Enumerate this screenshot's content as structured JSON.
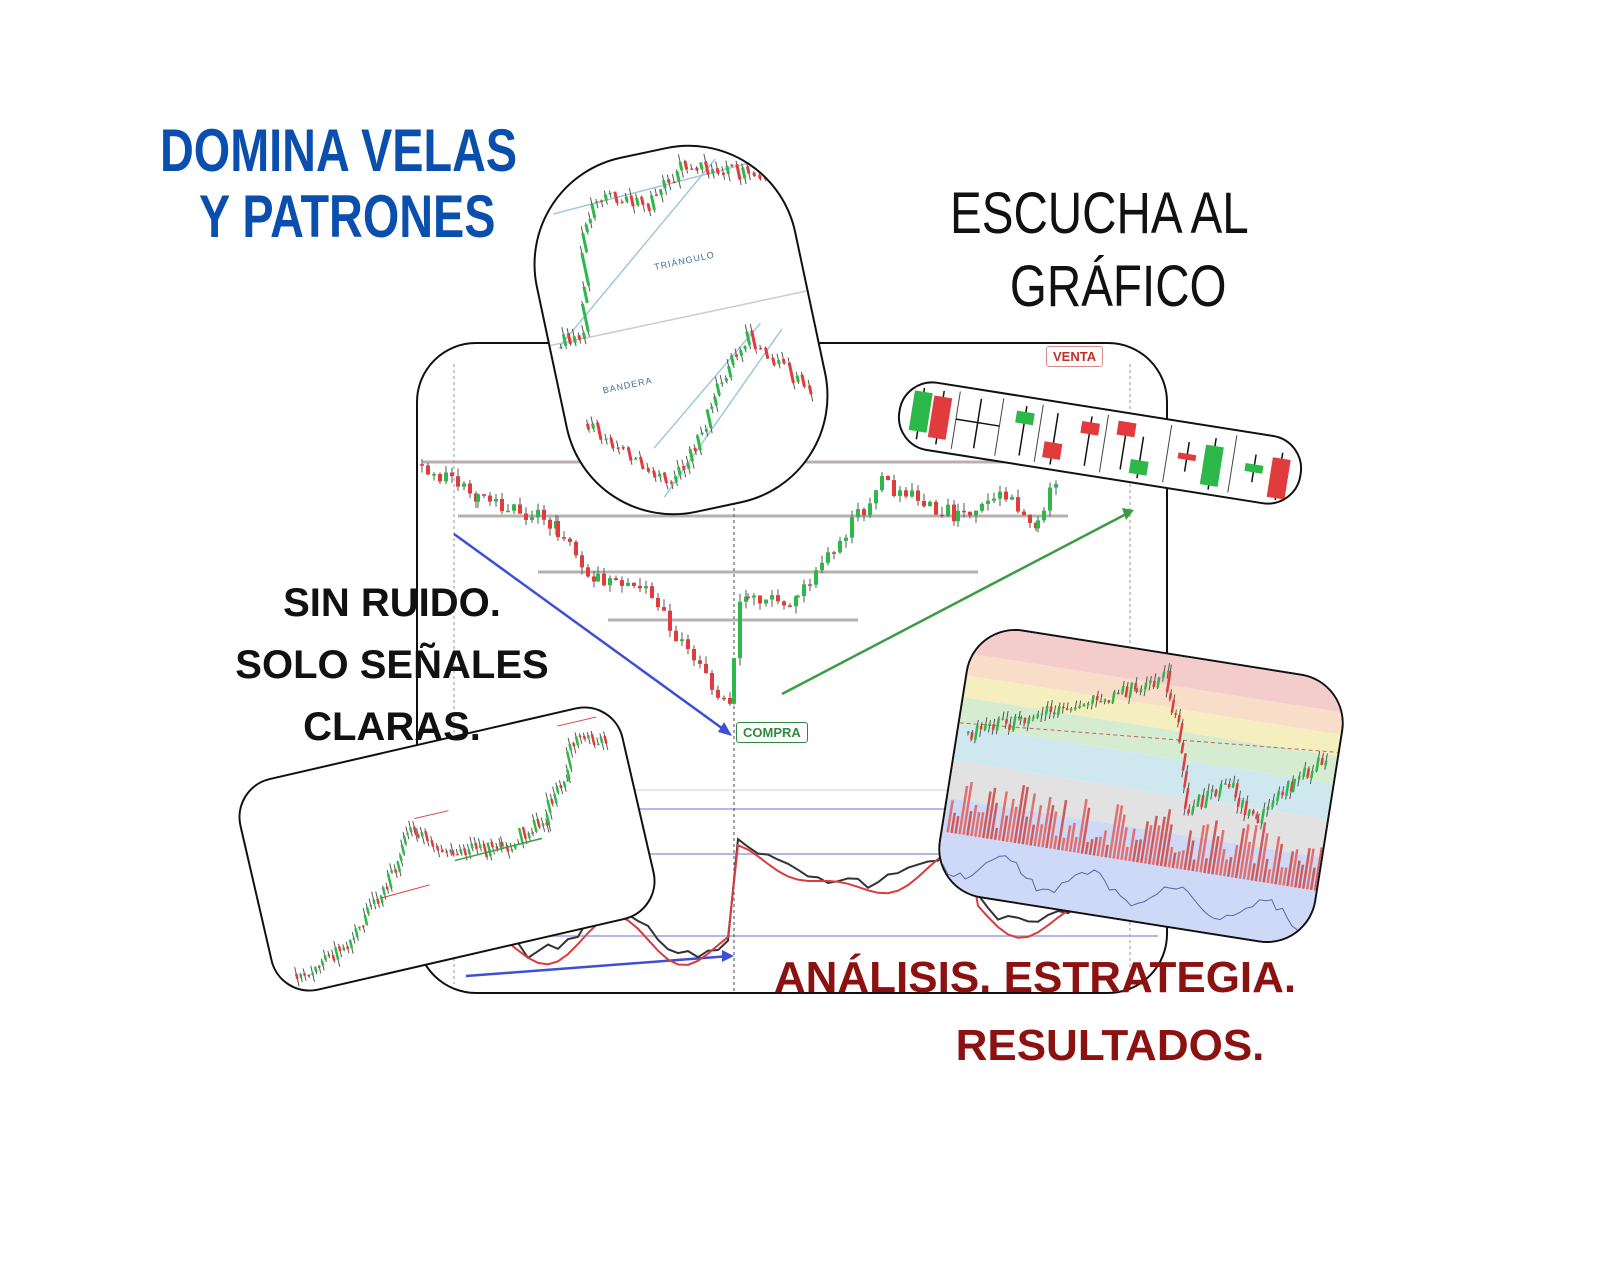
{
  "headlines": {
    "top_left": [
      "DOMINA VELAS",
      "Y PATRONES"
    ],
    "top_right": [
      "ESCUCHA AL",
      "GRÁFICO"
    ],
    "middle_left": [
      "SIN RUIDO.",
      "SOLO SEÑALES",
      "CLARAS."
    ],
    "bottom_right": [
      "ANÁLISIS. ESTRATEGIA.",
      "RESULTADOS."
    ]
  },
  "main_chart": {
    "buy_label": "COMPRA",
    "sell_label": "VENTA"
  },
  "pattern_card": {
    "labels": [
      "TRIÁNGULO",
      "BANDERA"
    ]
  },
  "colors": {
    "blue_headline": "#0a4fae",
    "red_headline": "#8c1111",
    "bull_candle": "#2db84a",
    "bear_candle": "#e23b3b",
    "trend_down": "#3d4fd6",
    "trend_up": "#3d9a46"
  }
}
